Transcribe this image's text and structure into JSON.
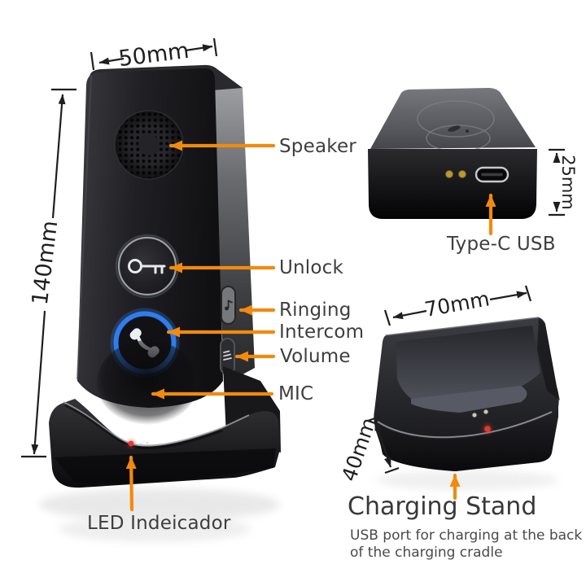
{
  "labels": {
    "speaker": "Speaker",
    "unlock": "Unlock",
    "ringing": "Ringing",
    "intercom": "Intercom",
    "volume": "Volume",
    "mic": "MIC",
    "led_indicator": "LED Indeicador",
    "type_c_usb": "Type-C USB"
  },
  "dimensions": {
    "handset_width": "50mm",
    "handset_height": "140mm",
    "handset_thickness": "25mm",
    "stand_width": "70mm",
    "stand_height": "40mm"
  },
  "charging_stand": {
    "title": "Charging Stand",
    "note_line1": "USB port for charging at the back",
    "note_line2": "of the charging cradle"
  },
  "colors": {
    "callout_arrow": "#F28A0D",
    "label_text": "#3E3E3E",
    "dimension_line": "#1F1F1F",
    "intercom_ring_blue": "#2F7DED",
    "led_red": "#E2392E",
    "charging_pin_gold": "#BD9733",
    "background": "#FFFFFF"
  },
  "icons": {
    "unlock_button": "key-icon",
    "intercom_button": "phone-handset-icon",
    "ringing_button": "music-note-icon",
    "volume_button": "volume-bars-icon",
    "charging_led": "led-dot",
    "usb_port": "usb-c-port"
  }
}
